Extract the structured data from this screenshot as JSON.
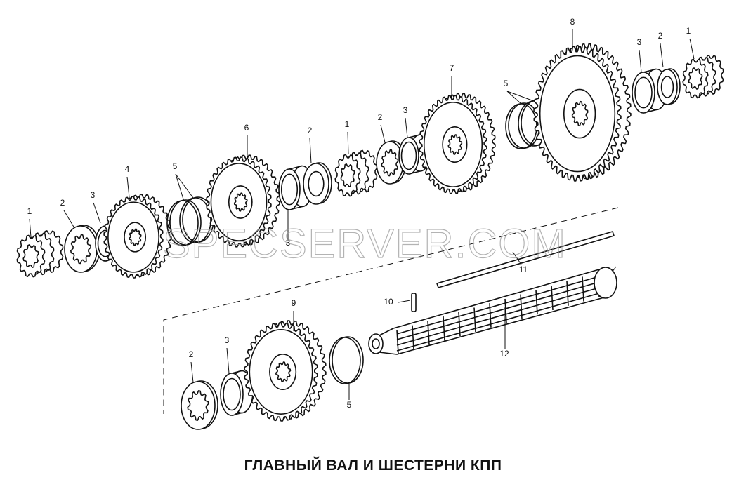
{
  "caption": "ГЛАВНЫЙ ВАЛ И ШЕСТЕРНИ КПП",
  "watermark": "SPECSERVER.COM",
  "colors": {
    "ink": "#111111",
    "paper": "#ffffff",
    "watermark": "#9a9a9a"
  },
  "labels": [
    {
      "id": "l1a",
      "text": "1"
    },
    {
      "id": "l2a",
      "text": "2"
    },
    {
      "id": "l3a",
      "text": "3"
    },
    {
      "id": "l4",
      "text": "4"
    },
    {
      "id": "l5a",
      "text": "5"
    },
    {
      "id": "l6",
      "text": "6"
    },
    {
      "id": "l3b",
      "text": "3"
    },
    {
      "id": "l2b",
      "text": "2"
    },
    {
      "id": "l1b",
      "text": "1"
    },
    {
      "id": "l2c",
      "text": "2"
    },
    {
      "id": "l3c",
      "text": "3"
    },
    {
      "id": "l7",
      "text": "7"
    },
    {
      "id": "l5b",
      "text": "5"
    },
    {
      "id": "l8",
      "text": "8"
    },
    {
      "id": "l3d",
      "text": "3"
    },
    {
      "id": "l2d",
      "text": "2"
    },
    {
      "id": "l1c",
      "text": "1"
    },
    {
      "id": "l11",
      "text": "11"
    },
    {
      "id": "l10",
      "text": "10"
    },
    {
      "id": "l9",
      "text": "9"
    },
    {
      "id": "l12",
      "text": "12"
    },
    {
      "id": "l2e",
      "text": "2"
    },
    {
      "id": "l3e",
      "text": "3"
    },
    {
      "id": "l5c",
      "text": "5"
    }
  ]
}
